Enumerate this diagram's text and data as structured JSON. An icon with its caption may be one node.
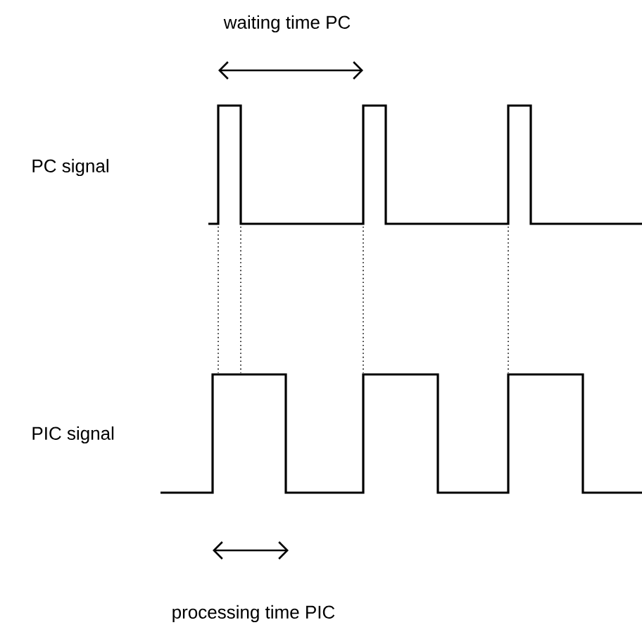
{
  "diagram": {
    "labels": [
      "waiting time PC",
      "PC signal",
      "PIC signal",
      "processing time PIC"
    ]
  }
}
